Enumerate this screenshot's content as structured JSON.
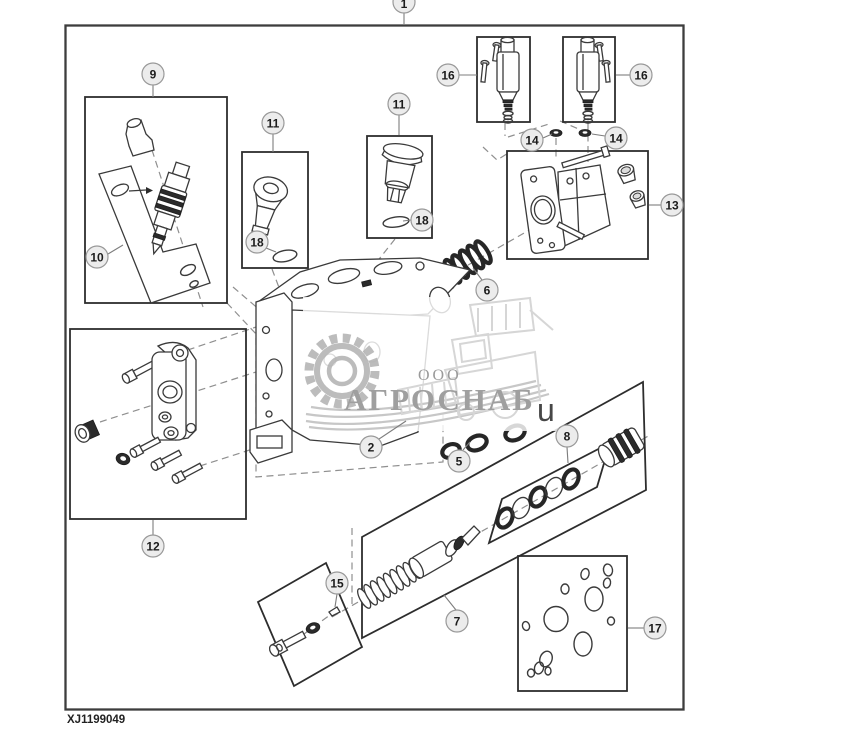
{
  "diagram": {
    "drawing_code": "XJ1199049",
    "watermark": {
      "org_type": "ООО",
      "company": "АГРОСНАБ",
      "suffix": "u"
    },
    "callouts": [
      {
        "label": "1"
      },
      {
        "label": "9"
      },
      {
        "label": "10"
      },
      {
        "label": "11"
      },
      {
        "label": "18"
      },
      {
        "label": "11"
      },
      {
        "label": "18"
      },
      {
        "label": "16"
      },
      {
        "label": "16"
      },
      {
        "label": "14"
      },
      {
        "label": "14"
      },
      {
        "label": "13"
      },
      {
        "label": "6"
      },
      {
        "label": "2"
      },
      {
        "label": "5"
      },
      {
        "label": "8"
      },
      {
        "label": "12"
      },
      {
        "label": "15"
      },
      {
        "label": "7"
      },
      {
        "label": "17"
      }
    ]
  }
}
